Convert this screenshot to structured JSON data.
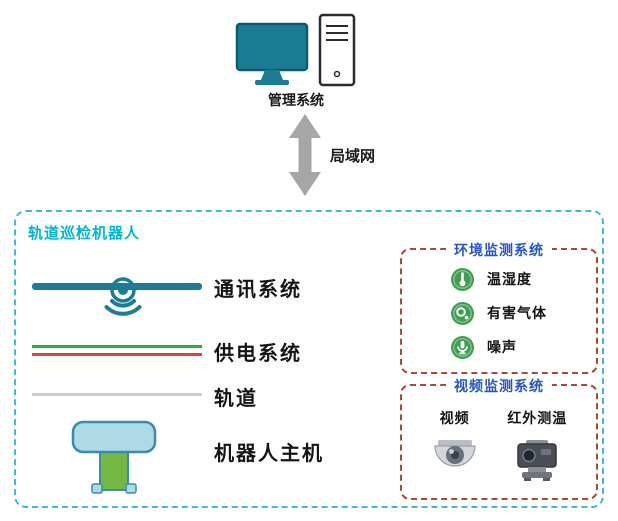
{
  "colors": {
    "teal": "#1b7d95",
    "cyan_border": "#3bbcd0",
    "cyan_title": "#00b4d8",
    "red_border": "#ad473c",
    "blue_title": "#2457c5",
    "green_icon": "#3e9e4f",
    "green_line": "#2eae3e",
    "red_line": "#e24537",
    "gray_line": "#cfcfcf",
    "arrow_gray": "#a6a6a6"
  },
  "top": {
    "computer_label": "管理系统",
    "network_label": "局域网"
  },
  "robot_box": {
    "title": "轨道巡检机器人",
    "rows": [
      {
        "label": "通讯系统",
        "icon": "wifi-signal-icon"
      },
      {
        "label": "供电系统",
        "icon": "power-lines"
      },
      {
        "label": "轨道",
        "icon": "track-line"
      },
      {
        "label": "机器人主机",
        "icon": "robot-host-icon"
      }
    ]
  },
  "env_box": {
    "title": "环境监测系统",
    "items": [
      {
        "label": "温湿度",
        "icon": "thermometer-icon"
      },
      {
        "label": "有害气体",
        "icon": "harmful-gas-icon"
      },
      {
        "label": "噪声",
        "icon": "noise-microphone-icon"
      }
    ]
  },
  "video_box": {
    "title": "视频监测系统",
    "items": [
      {
        "label": "视频",
        "icon": "dome-camera-icon"
      },
      {
        "label": "红外测温",
        "icon": "thermal-camera-icon"
      }
    ]
  }
}
